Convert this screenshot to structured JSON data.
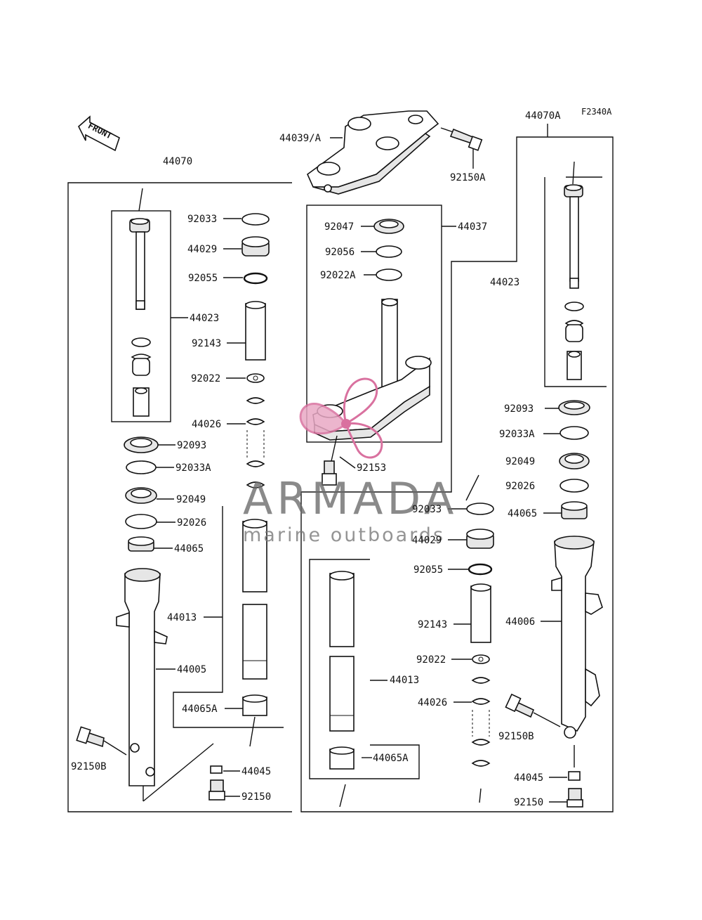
{
  "diagram": {
    "figure_code": "F2340A",
    "front_label": "FRONT",
    "watermark": {
      "brand": "ARMADA",
      "tagline": "marine outboards",
      "accent_color": "#d9719f",
      "text_color": "#6a6a6a"
    },
    "labels": {
      "l44070": "44070",
      "l44070A": "44070A",
      "l44039A": "44039/A",
      "l92150A": "92150A",
      "l92033_left": "92033",
      "l44029_left": "44029",
      "l92055_left": "92055",
      "l44023_left": "44023",
      "l92143_left": "92143",
      "l92022_left": "92022",
      "l44026_left": "44026",
      "l92093_left": "92093",
      "l92033A_left": "92033A",
      "l92049_left": "92049",
      "l92026_left": "92026",
      "l44065_left": "44065",
      "l44013_left": "44013",
      "l44005": "44005",
      "l44065A_left": "44065A",
      "l92150B_left": "92150B",
      "l44045_left": "44045",
      "l92150_left": "92150",
      "l92047": "92047",
      "l44037": "44037",
      "l92056": "92056",
      "l92022A": "92022A",
      "l92153": "92153",
      "l44023_right": "44023",
      "l92093_right": "92093",
      "l92033A_right": "92033A",
      "l92049_right": "92049",
      "l92026_right": "92026",
      "l44065_right": "44065",
      "l92033_mid": "92033",
      "l44029_mid": "44029",
      "l92055_mid": "92055",
      "l92143_mid": "92143",
      "l92022_mid": "92022",
      "l44013_mid": "44013",
      "l44026_mid": "44026",
      "l44065A_mid": "44065A",
      "l44006": "44006",
      "l92150B_right": "92150B",
      "l44045_right": "44045",
      "l92150_right": "92150"
    }
  }
}
